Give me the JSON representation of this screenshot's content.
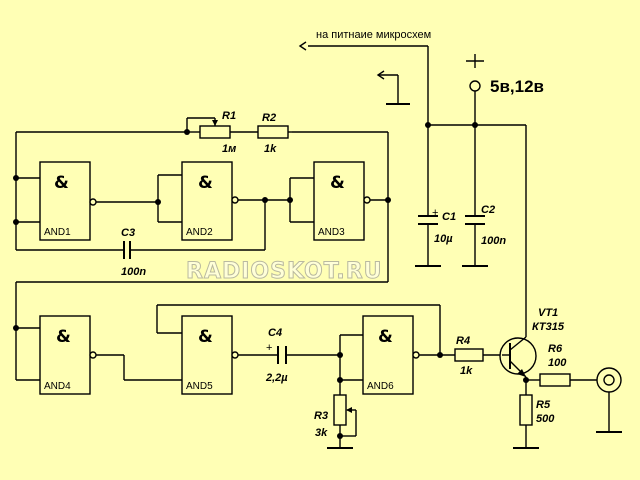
{
  "watermark": "RADIOSKOT.RU",
  "supply": {
    "note": "на питнаие микросхем",
    "voltage": "5в,12в"
  },
  "gates": {
    "and1": {
      "symbol": "&",
      "name": "AND1"
    },
    "and2": {
      "symbol": "&",
      "name": "AND2"
    },
    "and3": {
      "symbol": "&",
      "name": "AND3"
    },
    "and4": {
      "symbol": "&",
      "name": "AND4"
    },
    "and5": {
      "symbol": "&",
      "name": "AND5"
    },
    "and6": {
      "symbol": "&",
      "name": "AND6"
    }
  },
  "components": {
    "r1": {
      "ref": "R1",
      "value": "1м"
    },
    "r2": {
      "ref": "R2",
      "value": "1k"
    },
    "r3": {
      "ref": "R3",
      "value": "3k"
    },
    "r4": {
      "ref": "R4",
      "value": "1k"
    },
    "r5": {
      "ref": "R5",
      "value": "500"
    },
    "r6": {
      "ref": "R6",
      "value": "100"
    },
    "c1": {
      "ref": "C1",
      "value": "10µ",
      "polarity": "+"
    },
    "c2": {
      "ref": "C2",
      "value": "100n"
    },
    "c3": {
      "ref": "C3",
      "value": "100n"
    },
    "c4": {
      "ref": "C4",
      "value": "2,2µ",
      "polarity": "+"
    },
    "vt1": {
      "ref": "VT1",
      "value": "КТ315"
    }
  }
}
